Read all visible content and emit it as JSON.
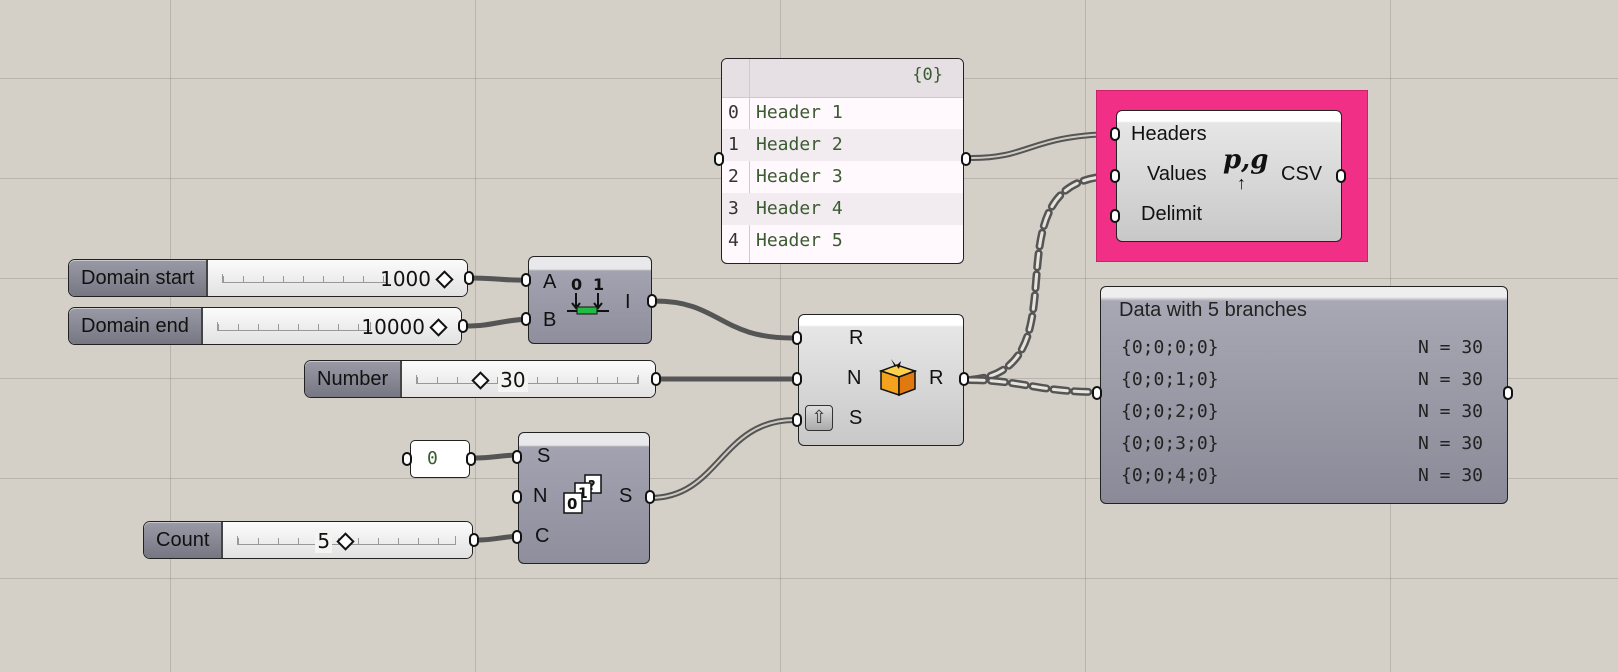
{
  "sliders": [
    {
      "id": "domain-start",
      "label": "Domain start",
      "value": "1000"
    },
    {
      "id": "domain-end",
      "label": "Domain end",
      "value": "10000"
    },
    {
      "id": "number",
      "label": "Number",
      "value": "30"
    },
    {
      "id": "count",
      "label": "Count",
      "value": "5"
    }
  ],
  "construct_domain": {
    "inputs": [
      "A",
      "B"
    ],
    "output": "I",
    "icon": "domain-icon"
  },
  "series": {
    "inputs": [
      "S",
      "N",
      "C"
    ],
    "output": "S",
    "icon": "series-icon"
  },
  "random": {
    "inputs": [
      "R",
      "N",
      "S"
    ],
    "output": "R",
    "icon": "random-icon"
  },
  "number_param": {
    "value": "0"
  },
  "headers_panel": {
    "path": "{0}",
    "rows": [
      {
        "index": "0",
        "text": "Header 1"
      },
      {
        "index": "1",
        "text": "Header 2"
      },
      {
        "index": "2",
        "text": "Header 3"
      },
      {
        "index": "3",
        "text": "Header 4"
      },
      {
        "index": "4",
        "text": "Header 5"
      }
    ]
  },
  "csv_component": {
    "inputs": [
      "Headers",
      "Values",
      "Delimit"
    ],
    "output": "CSV",
    "icon_text": "p,g",
    "highlight_color": "#f22f87"
  },
  "data_panel": {
    "title": "Data with 5 branches",
    "rows": [
      {
        "path": "{0;0;0;0}",
        "count": "N = 30"
      },
      {
        "path": "{0;0;1;0}",
        "count": "N = 30"
      },
      {
        "path": "{0;0;2;0}",
        "count": "N = 30"
      },
      {
        "path": "{0;0;3;0}",
        "count": "N = 30"
      },
      {
        "path": "{0;0;4;0}",
        "count": "N = 30"
      }
    ]
  }
}
